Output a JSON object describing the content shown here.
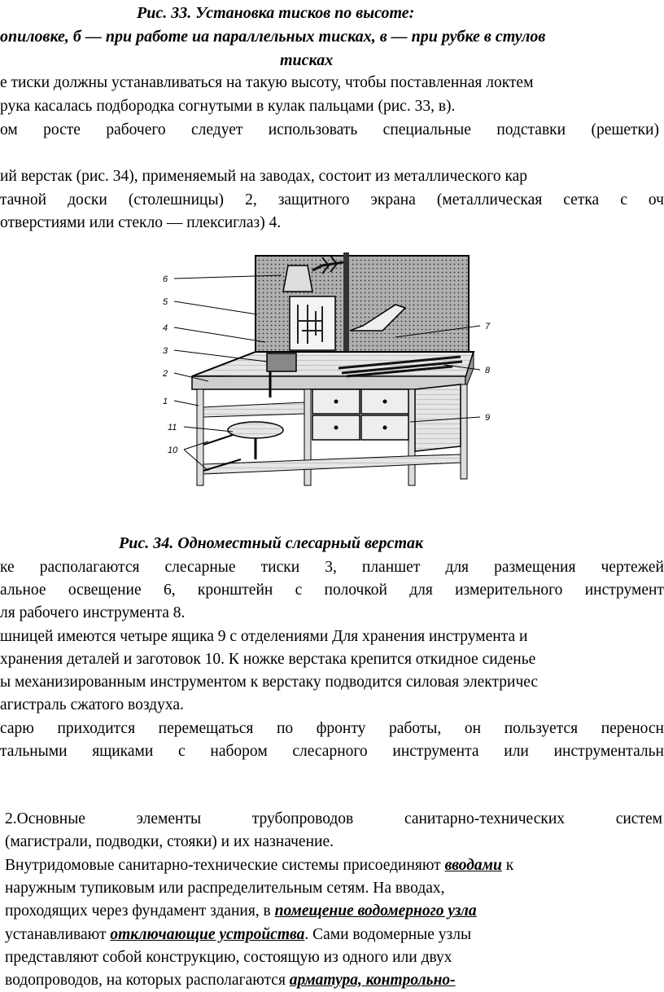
{
  "page": {
    "caption33": {
      "line1": "Рис. 33. Установка тисков по высоте:",
      "line2": "опиловке, б — при работе иа параллельных тисках, в — при рубке в стулов",
      "line3": "тисках"
    },
    "para1": [
      "е тиски должны устанавливаться на такую высоту, чтобы поставленная локтем",
      "рука касалась подбородка согнутыми в кулак пальцами (рис. 33, в)."
    ],
    "para2_words": [
      "ом",
      "росте",
      "рабочего",
      "следует",
      "использовать",
      "специальные",
      "подставки",
      "(решетки)"
    ],
    "para3": {
      "line1": "ий верстак (рис. 34), применяемый на заводах, состоит из металлического кар",
      "line2_words": [
        "тачной",
        "доски",
        "(столешницы)",
        "2,",
        "защитного",
        "экрана",
        "(металлическая",
        "сетка",
        "с",
        "оч"
      ],
      "line3": "отверстиями или стекло — плексиглаз) 4."
    },
    "figure": {
      "labels": [
        "6",
        "5",
        "4",
        "3",
        "2",
        "1",
        "11",
        "10",
        "7",
        "8",
        "9"
      ]
    },
    "caption34": "Рис. 34. Одноместный слесарный верстак",
    "para4": {
      "line1_words": [
        "ке",
        "располагаются",
        "слесарные",
        "тиски",
        "3,",
        "планшет",
        "для",
        "размещения",
        "чертежей"
      ],
      "line2_words": [
        "альное",
        "освещение",
        "6,",
        "кронштейн",
        "с",
        "полочкой",
        "для",
        "измерительного",
        "инструмент"
      ],
      "line3": "ля рабочего инструмента 8.",
      "line4": "шницей имеются четыре ящика 9 с отделениями Для хранения инструмента и",
      "line5": "хранения деталей и заготовок 10. К ножке верстака крепится откидное сиденье",
      "line6": "ы механизированным инструментом к верстаку подводится силовая электричес",
      "line7": "агистраль сжатого воздуха."
    },
    "para5": {
      "line1_words": [
        "сарю",
        "приходится",
        "перемещаться",
        "по",
        "фронту",
        "работы,",
        "он",
        "пользуется",
        "переносн"
      ],
      "line2_words": [
        "тальными",
        "ящиками",
        "с",
        "набором",
        "слесарного",
        "инструмента",
        "или",
        "инструментальн"
      ]
    },
    "section2": {
      "heading_words": [
        "2.Основные",
        "элементы",
        "трубопроводов",
        "санитарно-технических",
        "систем"
      ],
      "heading_line2": "(магистрали, подводки, стояки) и их назначение.",
      "l1_a": "Внутридомовые санитарно-технические системы присоединяют ",
      "l1_b": "вводами",
      "l1_c": " к",
      "l2": "наружным тупиковым или распределительным сетям. На вводах,",
      "l3_a": "проходящих через фундамент здания, в ",
      "l3_b": "помещение водомерного узла",
      "l4_a": "устанавливают ",
      "l4_b": "отключающие устройства",
      "l4_c": ". Сами водомерные узлы",
      "l5": "представляют собой конструкцию, состоящую из одного или двух",
      "l6_a": "водопроводов, на которых располагаются ",
      "l6_b": "арматура, контрольно-"
    }
  }
}
